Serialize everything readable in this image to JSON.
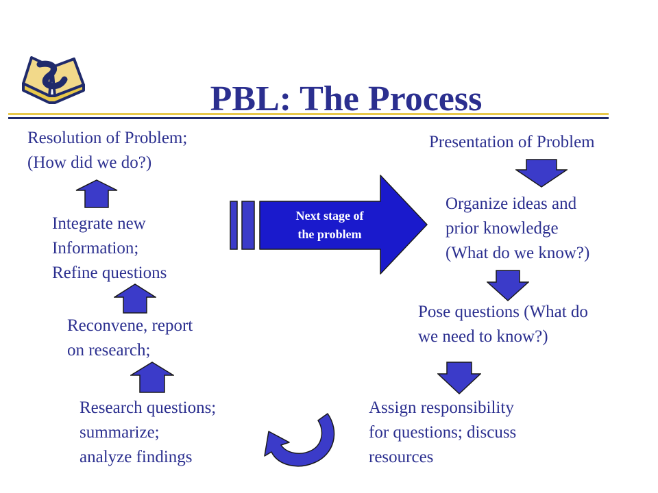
{
  "slide": {
    "title": "PBL: The Process",
    "logo_icon": "open-book-logo-icon",
    "accent_colors": {
      "text": "#2b2f8f",
      "arrow_fill": "#3b3bc9",
      "rule_yellow": "#e8c84a",
      "rule_blue": "#1f2a6b"
    }
  },
  "center_arrow": {
    "line1": "Next stage of",
    "line2": "the problem"
  },
  "steps": {
    "presentation": {
      "line1": "Presentation of Problem"
    },
    "organize": {
      "line1": "Organize ideas and",
      "line2": "prior knowledge",
      "line3": "(What do we know?)"
    },
    "pose": {
      "line1": "Pose questions (What do",
      "line2": "we need to know?)"
    },
    "assign": {
      "line1": "Assign responsibility",
      "line2": "for questions; discuss",
      "line3": "resources"
    },
    "research": {
      "line1": "Research questions;",
      "line2": "summarize;",
      "line3": "analyze findings"
    },
    "reconvene": {
      "line1": "Reconvene, report",
      "line2": "on research;"
    },
    "integrate": {
      "line1": "Integrate new",
      "line2": "Information;",
      "line3": "Refine questions"
    },
    "resolution": {
      "line1": "Resolution of Problem;",
      "line2": "(How did we do?)"
    }
  }
}
